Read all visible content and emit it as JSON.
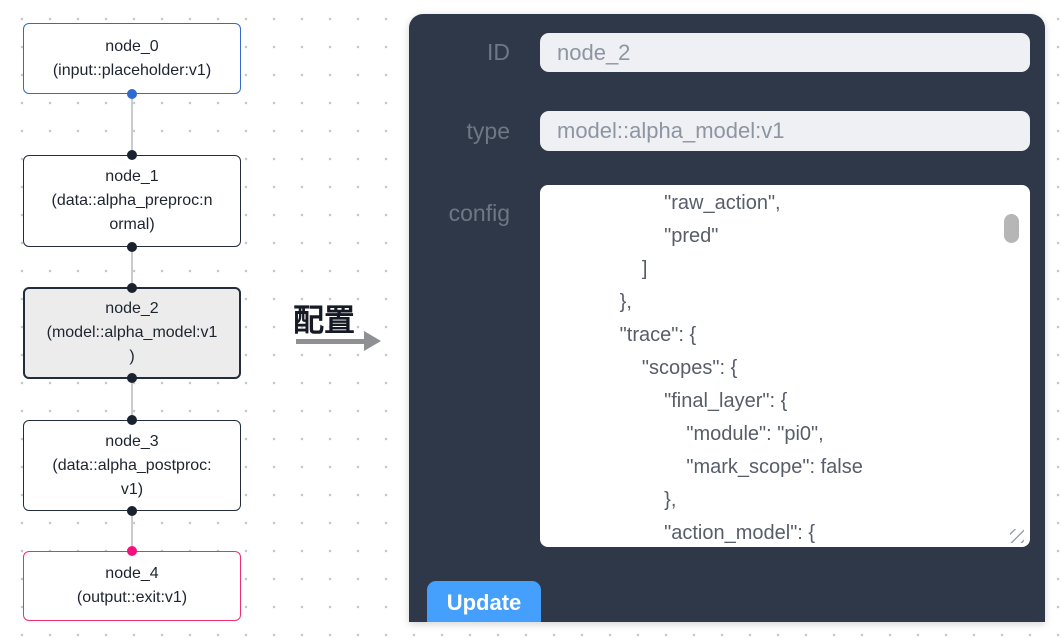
{
  "canvas": {
    "nodes": [
      {
        "title": "node_0",
        "subtitle_lines": [
          "(input::placeholder:v1)"
        ],
        "variant": "input"
      },
      {
        "title": "node_1",
        "subtitle_lines": [
          "(data::alpha_preproc:n",
          "ormal)"
        ],
        "variant": "default"
      },
      {
        "title": "node_2",
        "subtitle_lines": [
          "(model::alpha_model:v1",
          ")"
        ],
        "variant": "selected"
      },
      {
        "title": "node_3",
        "subtitle_lines": [
          "(data::alpha_postproc:",
          "v1)"
        ],
        "variant": "default"
      },
      {
        "title": "node_4",
        "subtitle_lines": [
          "(output::exit:v1)"
        ],
        "variant": "output"
      }
    ]
  },
  "arrow": {
    "label": "配置"
  },
  "panel": {
    "id_label": "ID",
    "id_value": "node_2",
    "type_label": "type",
    "type_value": "model::alpha_model:v1",
    "config_label": "config",
    "config_lines": [
      "                    \"raw_action\",",
      "                    \"pred\"",
      "                ]",
      "            },",
      "            \"trace\": {",
      "                \"scopes\": {",
      "                    \"final_layer\": {",
      "                        \"module\": \"pi0\",",
      "                        \"mark_scope\": false",
      "                    },",
      "                    \"action_model\": {"
    ],
    "update_label": "Update"
  },
  "colors": {
    "panel_bg": "#2e3848",
    "button_blue": "#459ffc",
    "node_border_default": "#232c3d",
    "node_border_input": "#3569cf",
    "node_border_output": "#ee2e72",
    "selected_node_bg": "#ececec",
    "port_blue": "#2e6ad1",
    "port_dark": "#1a2230",
    "port_pink": "#f5117c",
    "input_bg": "#eef0f4",
    "input_text": "#8d95a2"
  }
}
